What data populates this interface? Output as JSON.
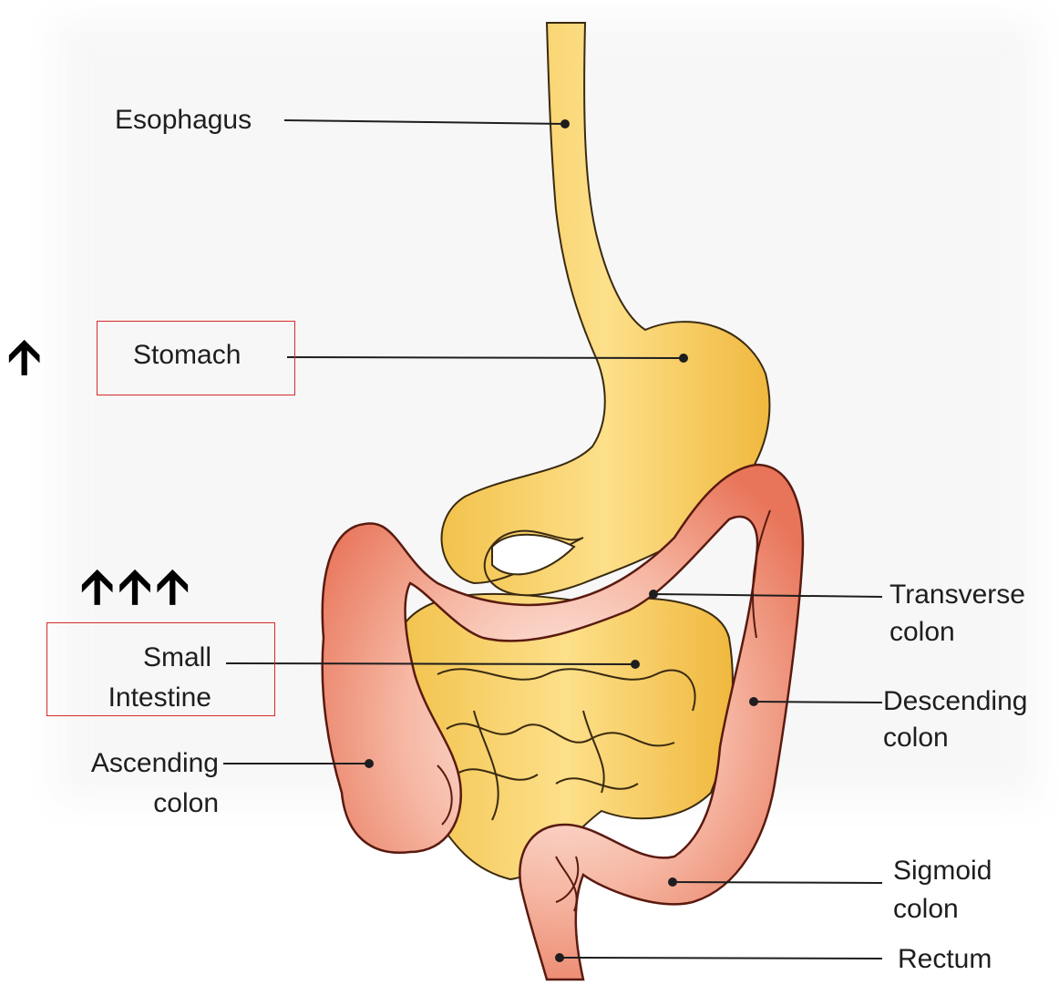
{
  "labels": {
    "esophagus": "Esophagus",
    "stomach": "Stomach",
    "small_intestine_1": "Small",
    "small_intestine_2": "Intestine",
    "ascending_1": "Ascending",
    "ascending_2": "colon",
    "transverse_1": "Transverse",
    "transverse_2": "colon",
    "descending_1": "Descending",
    "descending_2": "colon",
    "sigmoid_1": "Sigmoid",
    "sigmoid_2": "colon",
    "rectum": "Rectum"
  },
  "markers": {
    "stomach_arrows": "🡩",
    "intestine_arrows": "🡩🡩🡩"
  },
  "colors": {
    "highlight_box": "#d62a2a",
    "organ_yellow": "#f8d46a",
    "colon_pink": "#f0907a"
  }
}
